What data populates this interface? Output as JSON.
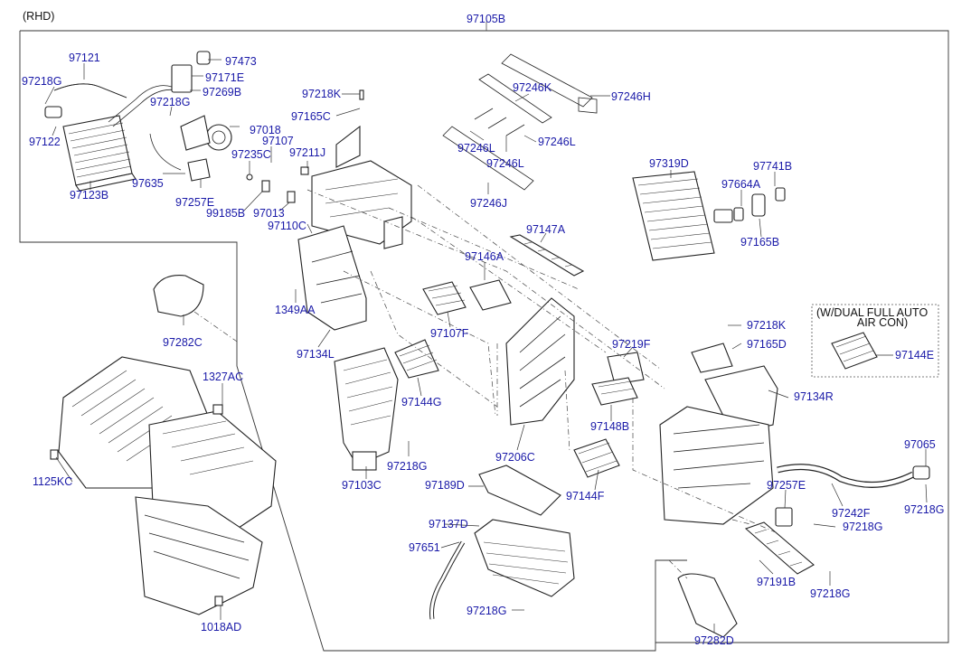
{
  "variant_note": "(RHD)",
  "assembly_label": "97105B",
  "option_box_text": [
    "(W/DUAL FULL AUTO",
    "AIR CON)"
  ],
  "labels": {
    "l97121": "97121",
    "l97218G_a": "97218G",
    "l97122": "97122",
    "l97123B": "97123B",
    "l97473": "97473",
    "l97171E": "97171E",
    "l97269B": "97269B",
    "l97218G_b": "97218G",
    "l97018": "97018",
    "l97107": "97107",
    "l97635": "97635",
    "l97257E_a": "97257E",
    "l97235C": "97235C",
    "l97211J": "97211J",
    "l99185B": "99185B",
    "l97013": "97013",
    "l97110C": "97110C",
    "l97218K_a": "97218K",
    "l97165C": "97165C",
    "l97246K": "97246K",
    "l97246H": "97246H",
    "l97246L_a": "97246L",
    "l97246L_b": "97246L",
    "l97246L_c": "97246L",
    "l97246J": "97246J",
    "l97319D": "97319D",
    "l97741B": "97741B",
    "l97664A": "97664A",
    "l97165B": "97165B",
    "l97147A": "97147A",
    "l97146A": "97146A",
    "l97282C_a": "97282C",
    "l1349AA": "1349AA",
    "l97134L": "97134L",
    "l97107F": "97107F",
    "l97218K_b": "97218K",
    "l97165D": "97165D",
    "l97144E": "97144E",
    "l97219F": "97219F",
    "l1327AC": "1327AC",
    "l97144G": "97144G",
    "l97134R": "97134R",
    "l97148B": "97148B",
    "l97065": "97065",
    "l97206C": "97206C",
    "l1125KC": "1125KC",
    "l97218G_c": "97218G",
    "l97103C": "97103C",
    "l97189D": "97189D",
    "l97144F": "97144F",
    "l97257E_b": "97257E",
    "l97218G_d": "97218G",
    "l97242F": "97242F",
    "l97137D": "97137D",
    "l97218G_e": "97218G",
    "l97651": "97651",
    "l97191B": "97191B",
    "l97218G_f": "97218G",
    "l97218G_g": "97218G",
    "l1018AD": "1018AD",
    "l97282D": "97282D"
  }
}
